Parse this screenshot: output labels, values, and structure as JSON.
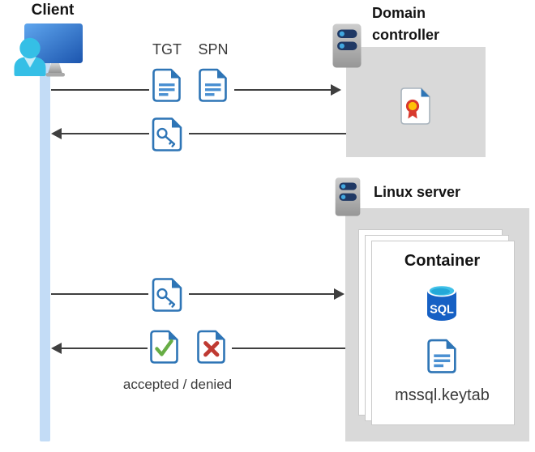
{
  "client": {
    "label": "Client"
  },
  "flow_top": {
    "tgt_label": "TGT",
    "spn_label": "SPN"
  },
  "domain_controller": {
    "title": "Domain controller"
  },
  "linux_server": {
    "title": "Linux server"
  },
  "container": {
    "title": "Container",
    "sql_text": "SQL",
    "keytab_label": "mssql.keytab"
  },
  "flow_bottom": {
    "result_label": "accepted / denied"
  },
  "icons": {
    "client": "person-at-monitor-icon",
    "server": "server-rack-icon",
    "tgt": "document-lines-icon",
    "spn": "document-lines-icon",
    "ticket": "document-key-icon",
    "certificate": "document-ribbon-icon",
    "accepted": "document-check-icon",
    "denied": "document-x-icon",
    "sql": "sql-database-cylinder-icon",
    "keytab": "document-lines-icon"
  },
  "colors": {
    "doc_border": "#2e75b6",
    "doc_lines": "#4a90d2",
    "check_green": "#67ad45",
    "cross_red": "#bf3a32",
    "cert_gold": "#ffc107",
    "cert_ring": "#d8392d",
    "sql_body": "#1660c4",
    "sql_top": "#3fc0e8",
    "server_navy": "#1f3864",
    "server_dot": "#41a8e0",
    "person_cyan": "#35bfe6",
    "lifeline": "#c3dcf6",
    "box_gray": "#d9d9d9",
    "paper_border": "#c9c9c9",
    "arrow": "#3f3f3f",
    "text_dark": "#141414",
    "text_gray": "#3a3a3a"
  }
}
